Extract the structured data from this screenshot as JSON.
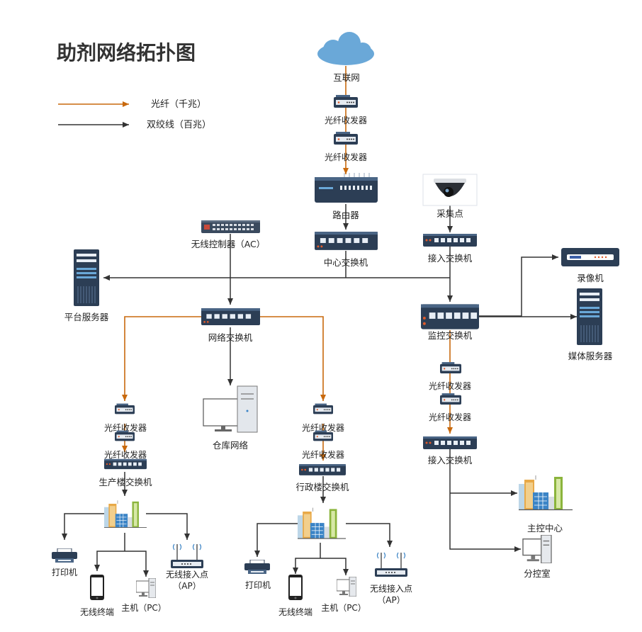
{
  "title": "助剂网络拓扑图",
  "legend": {
    "fiber": "光纤（千兆）",
    "twisted": "双绞线（百兆）"
  },
  "colors": {
    "fiber": "#c8690d",
    "twisted": "#333333",
    "device_dark": "#2c3e55",
    "device_light": "#4a6585",
    "cloud": "#6aa8d8"
  },
  "nodes": {
    "internet": "互联网",
    "transceiver_1": "光纤收发器",
    "transceiver_2": "光纤收发器",
    "router": "路由器",
    "camera": "采集点",
    "core_switch": "中心交换机",
    "access_switch_1": "接入交换机",
    "wireless_controller": "无线控制器（AC）",
    "platform_server": "平台服务器",
    "recorder": "录像机",
    "network_switch": "网络交换机",
    "monitor_switch": "监控交换机",
    "media_server": "媒体服务器",
    "transceiver_3": "光纤收发器",
    "transceiver_4": "光纤收发器",
    "warehouse_network": "仓库网络",
    "transceiver_5": "光纤收发器",
    "transceiver_6": "光纤收发器",
    "transceiver_7": "光纤收发器",
    "transceiver_8": "光纤收发器",
    "access_switch_2": "接入交换机",
    "production_switch": "生产楼交换机",
    "admin_switch": "行政楼交换机",
    "main_control": "主控中心",
    "sub_control": "分控室",
    "printer_1": "打印机",
    "wireless_terminal_1": "无线终端",
    "host_pc_1": "主机（PC）",
    "ap_1_line1": "无线接入点",
    "ap_1_line2": "（AP）",
    "printer_2": "打印机",
    "wireless_terminal_2": "无线终端",
    "host_pc_2": "主机（PC）",
    "ap_2_line1": "无线接入点",
    "ap_2_line2": "（AP）"
  }
}
